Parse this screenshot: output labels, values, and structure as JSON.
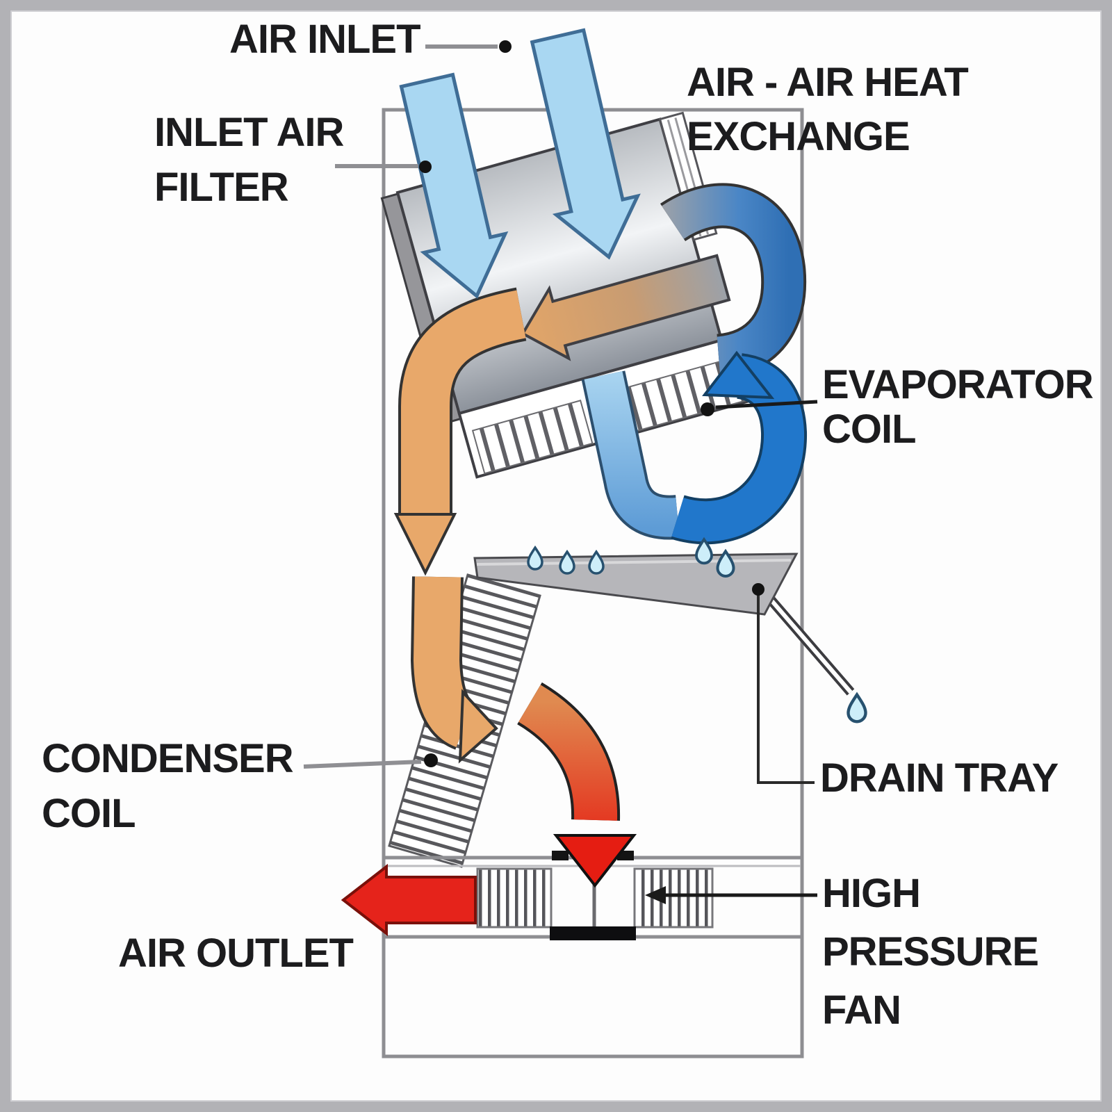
{
  "diagram": {
    "type": "dehumidifier-airflow-schematic",
    "labels": {
      "air_inlet": "AIR INLET",
      "inlet_air_filter": [
        "INLET AIR",
        "FILTER"
      ],
      "air_air_heat_exchange": [
        "AIR - AIR HEAT",
        "EXCHANGE"
      ],
      "evaporator_coil": [
        "EVAPORATOR",
        "COIL"
      ],
      "drain_tray": "DRAIN TRAY",
      "condenser_coil": [
        "CONDENSER",
        "COIL"
      ],
      "high_pressure_fan": [
        "HIGH",
        "PRESSURE",
        "FAN"
      ],
      "air_outlet": "AIR OUTLET"
    },
    "colors": {
      "inlet_air": "#a9d7f2",
      "cooled_air": "#2177cb",
      "heat_exchange_band": "#4a86c6",
      "warm_air": "#e8a86a",
      "hot_air": "#e5231b",
      "cabinet_line": "#8e8e92",
      "drain_tray_fill": "#b6b6ba",
      "condensate_droplet": "#cdeef9"
    }
  }
}
